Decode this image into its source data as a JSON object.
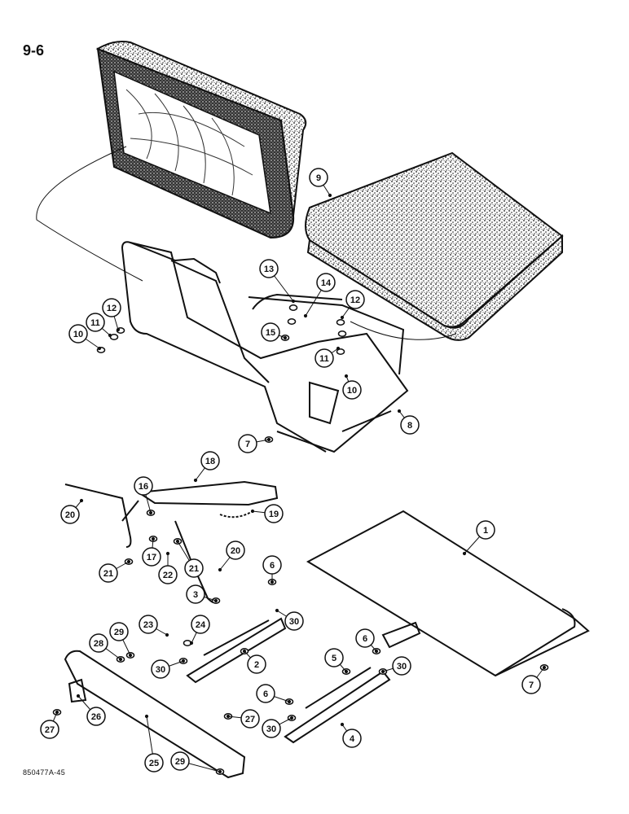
{
  "page": {
    "page_number": "9-6",
    "figure_code": "850477A-45"
  },
  "callouts": [
    "1",
    "2",
    "3",
    "4",
    "5",
    "6",
    "6",
    "6",
    "7",
    "7",
    "8",
    "9",
    "10",
    "10",
    "11",
    "11",
    "12",
    "12",
    "13",
    "14",
    "15",
    "16",
    "17",
    "18",
    "19",
    "20",
    "20",
    "21",
    "21",
    "22",
    "23",
    "24",
    "25",
    "26",
    "27",
    "27",
    "28",
    "29",
    "29",
    "30",
    "30",
    "30",
    "30"
  ],
  "colors": {
    "ink": "#111111",
    "paper": "#ffffff",
    "texture": "#1a1a1a"
  }
}
